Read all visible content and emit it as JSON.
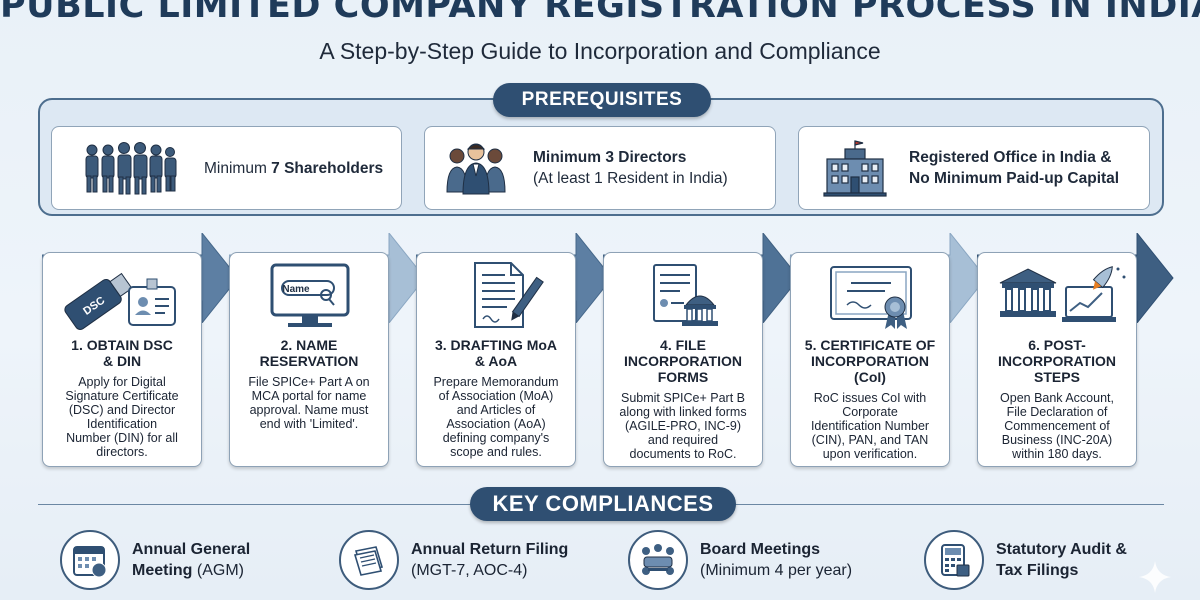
{
  "header": {
    "title": "PUBLIC LIMITED COMPANY REGISTRATION PROCESS IN INDIA",
    "subtitle": "A Step-by-Step Guide to Incorporation and Compliance"
  },
  "prerequisites": {
    "label": "PREREQUISITES",
    "items": [
      {
        "pre": "Minimum ",
        "bold": "7 Shareholders",
        "line2": "",
        "icon": "people-group-icon"
      },
      {
        "pre": "",
        "bold": "Minimum 3 Directors",
        "line2": "(At least 1 Resident in India)",
        "icon": "directors-icon"
      },
      {
        "pre": "",
        "bold": "Registered Office in India &",
        "line2": "No Minimum Paid-up Capital",
        "icon": "office-building-icon"
      }
    ]
  },
  "steps": [
    {
      "title": [
        "1. OBTAIN DSC",
        "& DIN"
      ],
      "desc": [
        "Apply for Digital",
        "Signature Certificate",
        "(DSC) and Director",
        "Identification",
        "Number (DIN) for all",
        "directors."
      ],
      "icon": "usb-dsc-icon",
      "icon_label": "DSC"
    },
    {
      "title": [
        "2. NAME",
        "RESERVATION"
      ],
      "desc": [
        "File SPICe+ Part A on",
        "MCA portal for name",
        "approval. Name must",
        "end with 'Limited'."
      ],
      "icon": "monitor-name-icon",
      "icon_label": "Name"
    },
    {
      "title": [
        "3. DRAFTING MoA",
        "& AoA"
      ],
      "desc": [
        "Prepare Memorandum",
        "of Association (MoA)",
        "and Articles of",
        "Association (AoA)",
        "defining company's",
        "scope and rules."
      ],
      "icon": "document-pen-icon"
    },
    {
      "title": [
        "4. FILE",
        "INCORPORATION",
        "FORMS"
      ],
      "desc": [
        "Submit SPICe+ Part B",
        "along with linked forms",
        "(AGILE-PRO, INC-9)",
        "and required",
        "documents to RoC."
      ],
      "icon": "forms-government-icon"
    },
    {
      "title": [
        "5. CERTIFICATE OF",
        "INCORPORATION",
        "(CoI)"
      ],
      "desc": [
        "RoC issues CoI with",
        "Corporate",
        "Identification Number",
        "(CIN), PAN, and TAN",
        "upon verification."
      ],
      "icon": "certificate-icon"
    },
    {
      "title": [
        "6. POST-",
        "INCORPORATION",
        "STEPS"
      ],
      "desc": [
        "Open Bank Account,",
        "File Declaration of",
        "Commencement of",
        "Business (INC-20A)",
        "within 180 days."
      ],
      "icon": "bank-rocket-icon"
    }
  ],
  "compliances": {
    "label": "KEY COMPLIANCES",
    "items": [
      {
        "bold": "Annual General",
        "line2_bold": "Meeting",
        "line2_rest": " (AGM)",
        "icon": "calendar-icon"
      },
      {
        "bold": "Annual Return Filing",
        "line2_bold": "",
        "line2_rest": "(MGT-7, AOC-4)",
        "icon": "papers-stack-icon"
      },
      {
        "bold": "Board Meetings",
        "line2_bold": "",
        "line2_rest": "(Minimum 4 per year)",
        "icon": "meeting-table-icon"
      },
      {
        "bold": "Statutory Audit &",
        "line2_bold": "Tax Filings",
        "line2_rest": "",
        "icon": "calculator-icon"
      }
    ]
  },
  "colors": {
    "navy": "#2f4f72",
    "arrow_fill": "#5d7fa3",
    "arrow_light": "#a7bfd6",
    "card_border": "#8ea2b6",
    "background": "#e9f1f8"
  }
}
